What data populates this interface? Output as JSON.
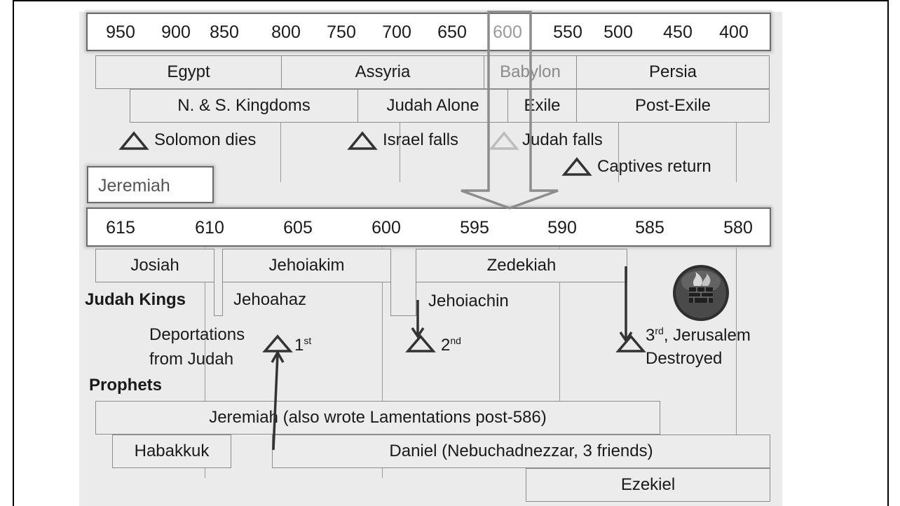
{
  "top_scale": [
    "950",
    "900",
    "850",
    "800",
    "750",
    "700",
    "650",
    "600",
    "550",
    "500",
    "450",
    "400"
  ],
  "empires": [
    "Egypt",
    "Assyria",
    "Babylon",
    "Persia"
  ],
  "periods": [
    "N. & S. Kingdoms",
    "Judah Alone",
    "Exile",
    "Post-Exile"
  ],
  "events": {
    "solomon": "Solomon dies",
    "israel": "Israel falls",
    "judah": "Judah falls",
    "captives": "Captives return"
  },
  "focus_title": "Jeremiah",
  "bottom_scale": [
    "615",
    "610",
    "605",
    "600",
    "595",
    "590",
    "585",
    "580"
  ],
  "kings": {
    "josiah": "Josiah",
    "jehoiakim": "Jehoiakim",
    "zedekiah": "Zedekiah",
    "jehoahaz": "Jehoahaz",
    "jehoiachin": "Jehoiachin"
  },
  "labels": {
    "judah_kings": "Judah Kings",
    "deportations_1": "Deportations",
    "deportations_2": "from Judah",
    "prophets": "Prophets"
  },
  "deportations": {
    "first_num": "1",
    "first_sup": "st",
    "second_num": "2",
    "second_sup": "nd",
    "third_num": "3",
    "third_sup": "rd",
    "third_text": ", Jerusalem",
    "destroyed": "Destroyed"
  },
  "prophets": {
    "jeremiah": "Jeremiah (also wrote Lamentations post-586)",
    "habakkuk": "Habakkuk",
    "daniel": "Daniel (Nebuchadnezzar, 3 friends)",
    "ezekiel": "Ezekiel"
  },
  "colors": {
    "panel": "#ebebeb",
    "highlight": "#9a9a9a",
    "icon": "#3a3a3a"
  },
  "icons": [
    "triangle-icon",
    "down-arrow-icon",
    "up-arrow-icon",
    "burning-wall-icon"
  ]
}
